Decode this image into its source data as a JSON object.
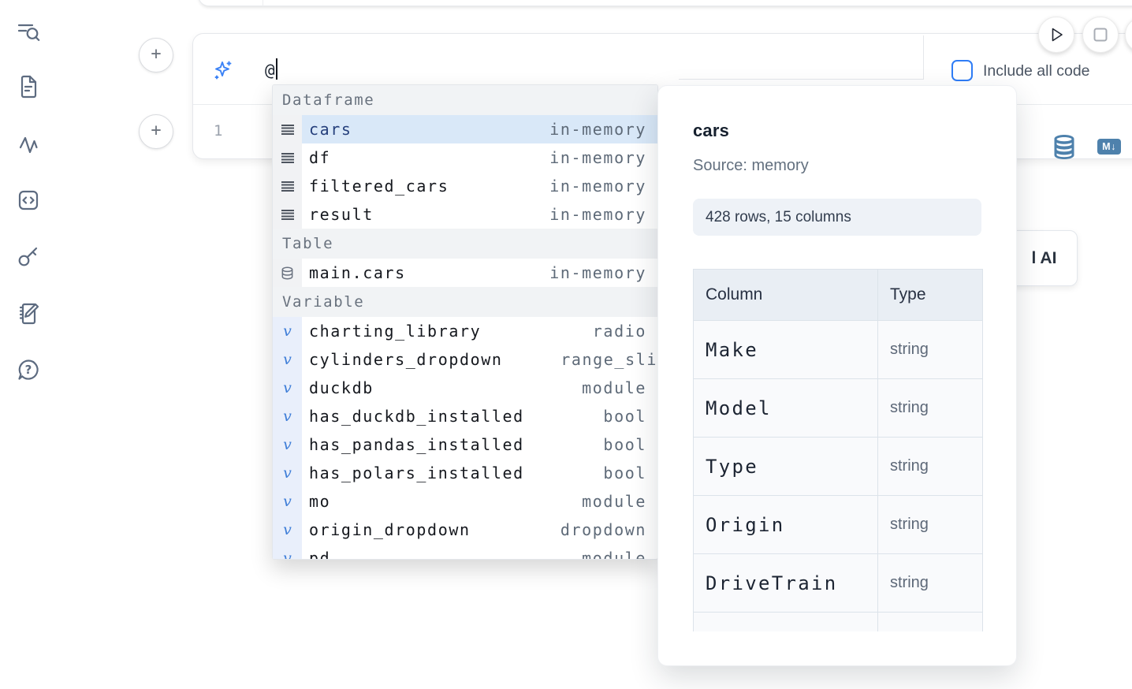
{
  "sidebar": {
    "icons": [
      {
        "name": "search-list"
      },
      {
        "name": "file-document"
      },
      {
        "name": "activity"
      },
      {
        "name": "code-snippets"
      },
      {
        "name": "secrets-key"
      },
      {
        "name": "scratchpad"
      },
      {
        "name": "help-chat"
      }
    ]
  },
  "cell": {
    "ai_prompt": {
      "value": "@"
    },
    "include_all_code": {
      "label": "Include all code",
      "checked": false
    },
    "editor": {
      "line_number": "1"
    },
    "toolbar": {
      "markdown_badge": "M↓"
    }
  },
  "autocomplete": {
    "sections": [
      {
        "label": "Dataframe",
        "kind": "dataframe",
        "items": [
          {
            "name": "cars",
            "type": "in-memory",
            "selected": true
          },
          {
            "name": "df",
            "type": "in-memory"
          },
          {
            "name": "filtered_cars",
            "type": "in-memory"
          },
          {
            "name": "result",
            "type": "in-memory"
          }
        ]
      },
      {
        "label": "Table",
        "kind": "table",
        "items": [
          {
            "name": "main.cars",
            "type": "in-memory"
          }
        ]
      },
      {
        "label": "Variable",
        "kind": "variable",
        "items": [
          {
            "name": "charting_library",
            "type": "radio"
          },
          {
            "name": "cylinders_dropdown",
            "type": "range_sli",
            "clipped": true
          },
          {
            "name": "duckdb",
            "type": "module"
          },
          {
            "name": "has_duckdb_installed",
            "type": "bool"
          },
          {
            "name": "has_pandas_installed",
            "type": "bool"
          },
          {
            "name": "has_polars_installed",
            "type": "bool"
          },
          {
            "name": "mo",
            "type": "module"
          },
          {
            "name": "origin_dropdown",
            "type": "dropdown"
          },
          {
            "name": "pd",
            "type": "module",
            "partial": true
          }
        ]
      }
    ]
  },
  "popup": {
    "title": "cars",
    "source": "Source: memory",
    "shape": "428 rows, 15 columns",
    "table": {
      "headers": [
        "Column",
        "Type"
      ],
      "rows": [
        [
          "Make",
          "string"
        ],
        [
          "Model",
          "string"
        ],
        [
          "Type",
          "string"
        ],
        [
          "Origin",
          "string"
        ],
        [
          "DriveTrain",
          "string"
        ],
        [
          "",
          ""
        ]
      ]
    }
  },
  "ai_button": {
    "visible_label": "l AI"
  },
  "colors": {
    "accent_blue": "#3b82f6",
    "selected_row_bg": "#d9e8f8",
    "selected_row_text": "#26407c",
    "tool_blue": "#4e81ac",
    "muted_text": "#5e6a78",
    "sidebar_icon": "#5d6b80"
  }
}
